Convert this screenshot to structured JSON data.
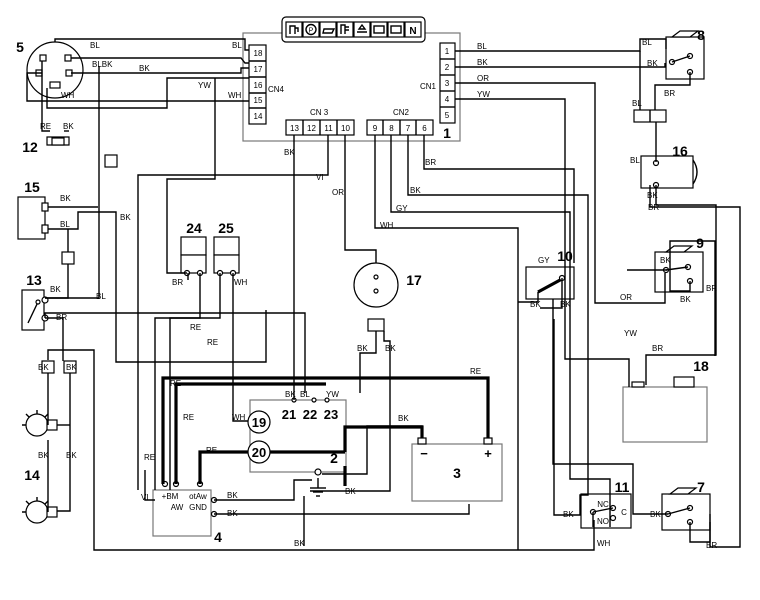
{
  "dashboard": {
    "tell_tales": [
      "fuel-icon",
      "parking-brake-icon",
      "oil-icon",
      "coolant-icon",
      "oil-level-icon",
      "battery-icon",
      "neutral-icon"
    ],
    "neutral_label": "N"
  },
  "components": {
    "c1": "1",
    "c2": "2",
    "c3": "3",
    "c4": "4",
    "c5": "5",
    "c7": "7",
    "c8": "8",
    "c9": "9",
    "c10": "10",
    "c11": "11",
    "c12": "12",
    "c13": "13",
    "c14": "14",
    "c15": "15",
    "c16": "16",
    "c17": "17",
    "c18": "18",
    "c24": "24",
    "c25": "25"
  },
  "connectors": {
    "cn1": "CN1",
    "cn2": "CN2",
    "cn3": "CN 3",
    "cn4": "CN4",
    "cn4_pins": [
      "18",
      "17",
      "16",
      "15",
      "14"
    ],
    "cn1_pins": [
      "1",
      "2",
      "3",
      "4",
      "5"
    ],
    "cn3_pins": [
      "13",
      "12",
      "11",
      "10"
    ],
    "cn2_pins": [
      "9",
      "8",
      "7",
      "6"
    ]
  },
  "terminals": {
    "t19": "19",
    "t20": "20",
    "t21": "21",
    "t22": "22",
    "t23": "23",
    "bm": "+BM",
    "otaw": "otAw",
    "aw": "AW",
    "gnd": "GND",
    "minus": "−",
    "plus": "+",
    "nc": "NC",
    "no": "NO",
    "com": "C"
  },
  "wire_colors": {
    "bl": "BL",
    "bk": "BK",
    "wh": "WH",
    "yw": "YW",
    "re": "RE",
    "or": "OR",
    "br": "BR",
    "gy": "GY",
    "vi": "VI",
    "blbk": "BLBK"
  }
}
